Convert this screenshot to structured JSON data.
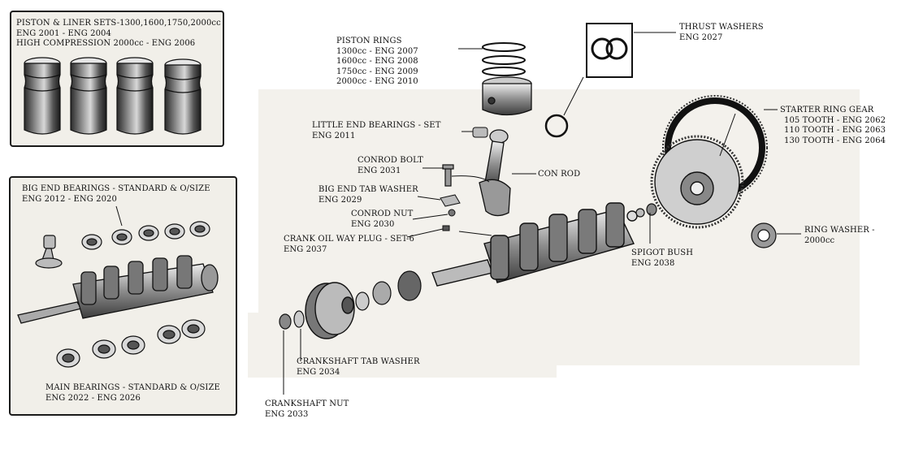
{
  "panels": {
    "pistons": {
      "title": "PISTON & LINER SETS-1300,1600,1750,2000cc",
      "line2": "ENG 2001 - ENG 2004",
      "line3": "HIGH COMPRESSION 2000cc - ENG 2006"
    },
    "bearings": {
      "big_end_title": "BIG END BEARINGS - STANDARD & O/SIZE",
      "big_end_codes": "ENG 2012 - ENG 2020",
      "main_title": "MAIN BEARINGS - STANDARD & O/SIZE",
      "main_codes": "ENG 2022 - ENG 2026"
    }
  },
  "callouts": {
    "piston_rings": {
      "title": "PISTON RINGS",
      "rows": [
        "1300cc - ENG 2007",
        "1600cc - ENG 2008",
        "1750cc - ENG 2009",
        "2000cc - ENG 2010"
      ]
    },
    "thrust_washers": {
      "title": "THRUST WASHERS",
      "code": "ENG 2027"
    },
    "little_end": {
      "title": "LITTLE END BEARINGS - SET",
      "code": "ENG 2011"
    },
    "conrod_bolt": {
      "title": "CONROD BOLT",
      "code": "ENG 2031"
    },
    "con_rod": {
      "title": "CON ROD"
    },
    "big_end_tab": {
      "title": "BIG END TAB WASHER",
      "code": "ENG 2029"
    },
    "conrod_nut": {
      "title": "CONROD NUT",
      "code": "ENG 2030"
    },
    "oil_plug": {
      "title": "CRANK OIL WAY PLUG - SET-6",
      "code": "ENG 2037"
    },
    "starter_ring": {
      "title": "STARTER RING GEAR",
      "rows": [
        "105 TOOTH - ENG 2062",
        "110 TOOTH - ENG 2063",
        "130 TOOTH - ENG 2064"
      ]
    },
    "ring_washer": {
      "title": "RING WASHER -",
      "code": "2000cc"
    },
    "spigot": {
      "title": "SPIGOT BUSH",
      "code": "ENG 2038"
    },
    "tab_washer": {
      "title": "CRANKSHAFT TAB WASHER",
      "code": "ENG 2034"
    },
    "crank_nut": {
      "title": "CRANKSHAFT NUT",
      "code": "ENG 2033"
    }
  }
}
